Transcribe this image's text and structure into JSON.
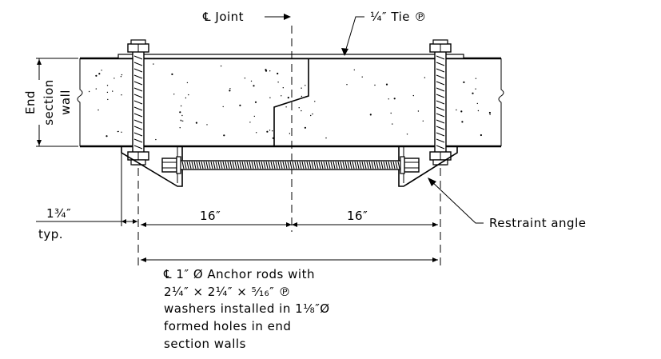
{
  "labels": {
    "joint": "℄ Joint",
    "tie_plate": "¼″ Tie ℗",
    "end_wall_line1": "End",
    "end_wall_line2": "section",
    "end_wall_line3": "wall",
    "edge_dist": "1¾″",
    "edge_typ": "typ.",
    "dim_left": "16″",
    "dim_right": "16″",
    "restraint_angle": "Restraint angle"
  },
  "anchor_note": [
    "℄ 1″ Ø Anchor rods with",
    "2¼″ × 2¼″ × ⁵⁄₁₆″ ℗",
    "washers installed in 1⅛″Ø",
    "formed holes in end",
    "section walls"
  ]
}
